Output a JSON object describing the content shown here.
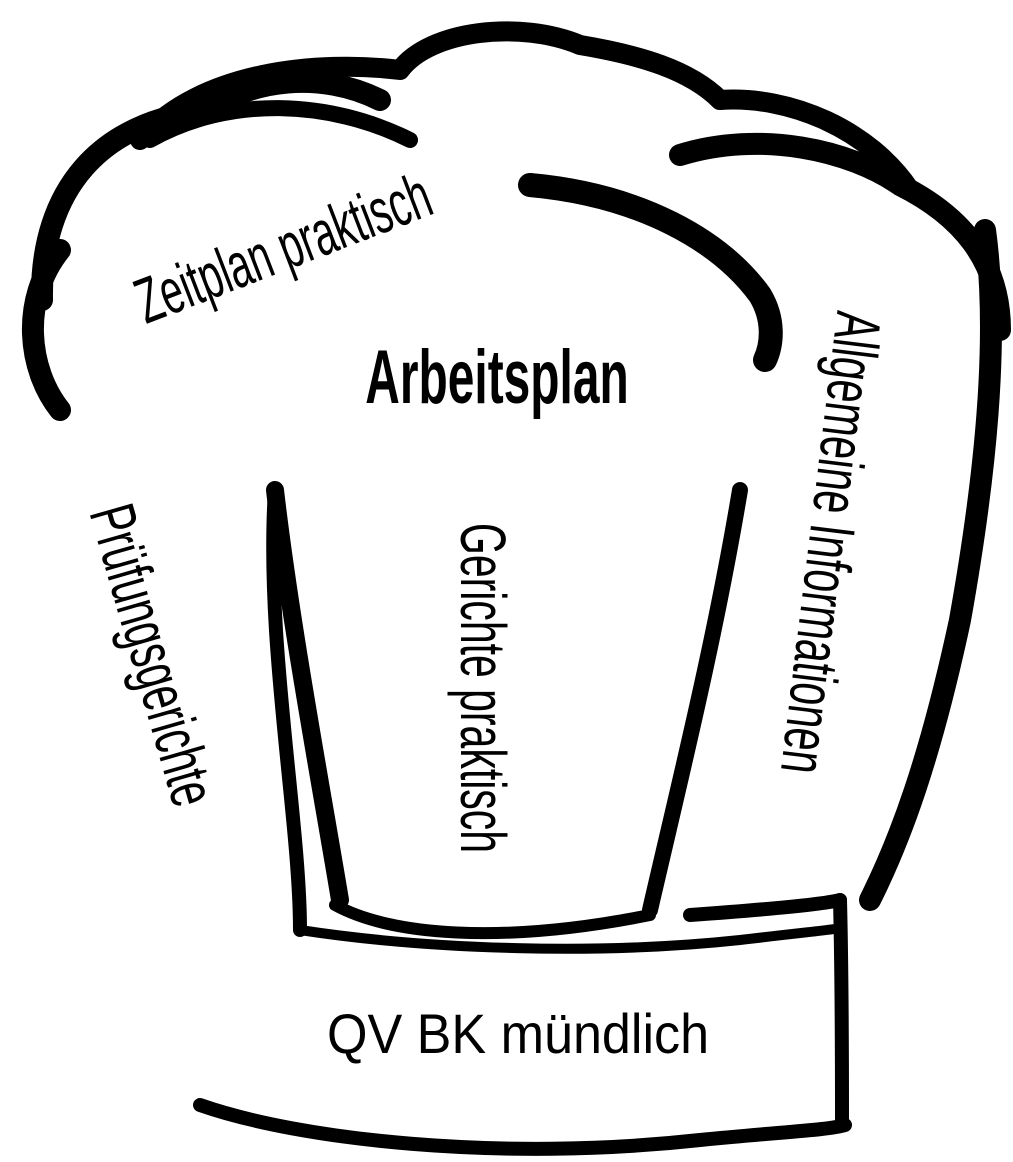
{
  "labels": {
    "zeitplan": "Zeitplan praktisch",
    "arbeitsplan": "Arbeitsplan",
    "pruefungsgerichte": "Prüfungsgerichte",
    "gerichte": "Gerichte praktisch",
    "allgemein": "Allgemeine Informationen",
    "qv": "QV BK mündlich"
  },
  "colors": {
    "outline": "#000000",
    "background": "#ffffff"
  }
}
